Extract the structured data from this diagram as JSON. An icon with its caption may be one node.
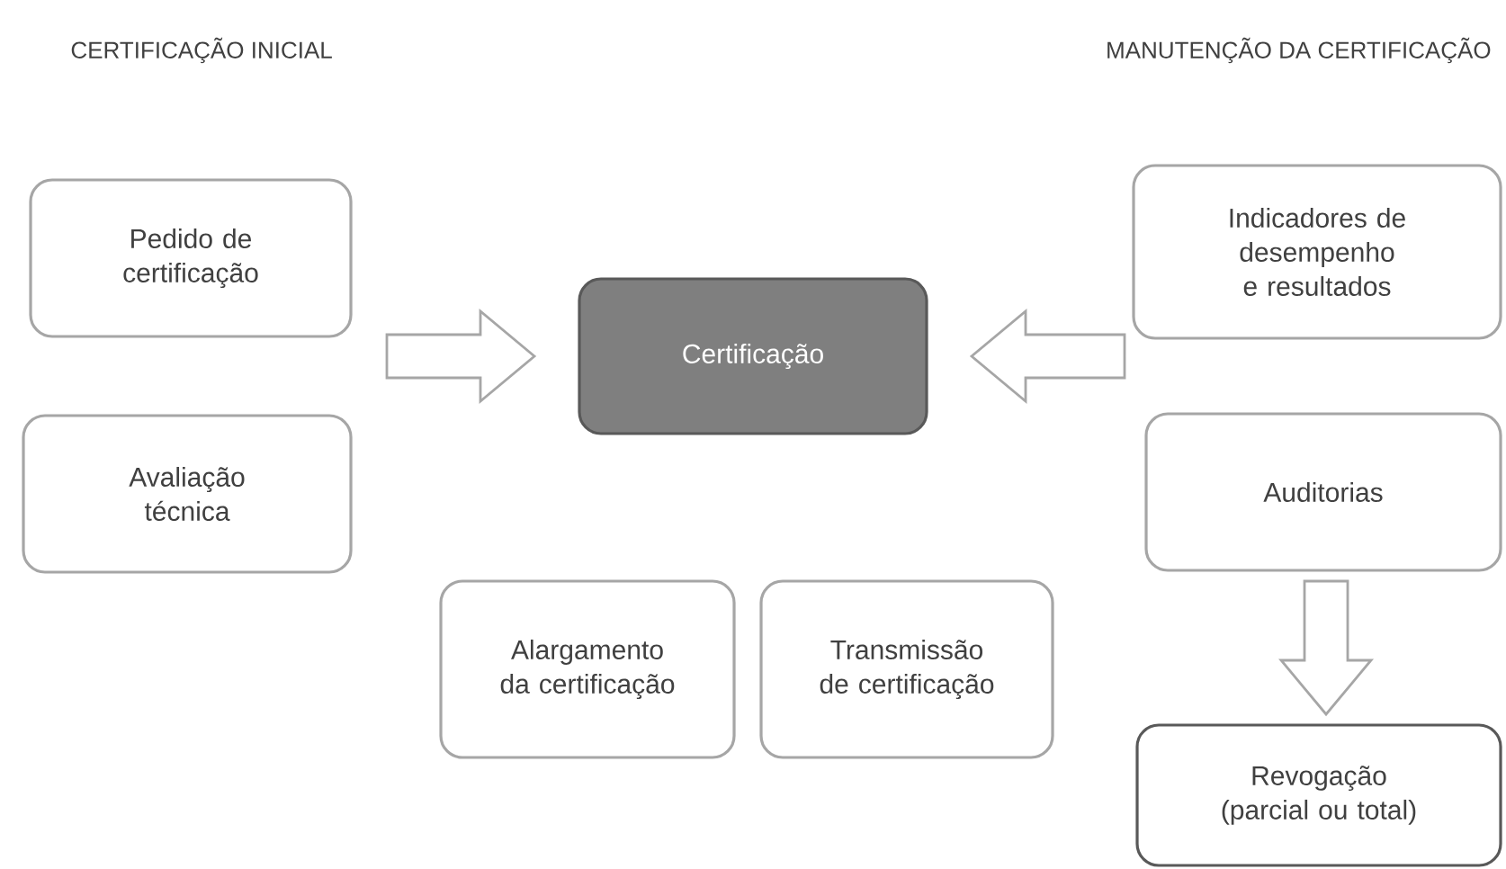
{
  "diagram": {
    "nodes": [
      {
        "text": [
          "Pedido de certificação"
        ]
      },
      {
        "text": [
          "Avaliação técnica"
        ]
      },
      {
        "text": [
          "Certificação"
        ]
      },
      {
        "text": [
          "Indicadores de desempenho e resultados"
        ]
      },
      {
        "text": [
          "Auditorias"
        ]
      },
      {
        "text": [
          "Alargamento da certificação"
        ]
      },
      {
        "text": [
          "Transmissão de certificação"
        ]
      },
      {
        "text": [
          "Revogação (parcial ou total)"
        ]
      }
    ],
    "edges": [
      {
        "from": 0,
        "to": 2,
        "arrow": "to"
      },
      {
        "from": 3,
        "to": 2,
        "arrow": "to"
      },
      {
        "from": 4,
        "to": 7,
        "arrow": "to"
      }
    ],
    "labels": [
      "CERTIFICAÇÃO INICIAL",
      "MANUTENÇÃO DA CERTIFICAÇÃO"
    ]
  }
}
